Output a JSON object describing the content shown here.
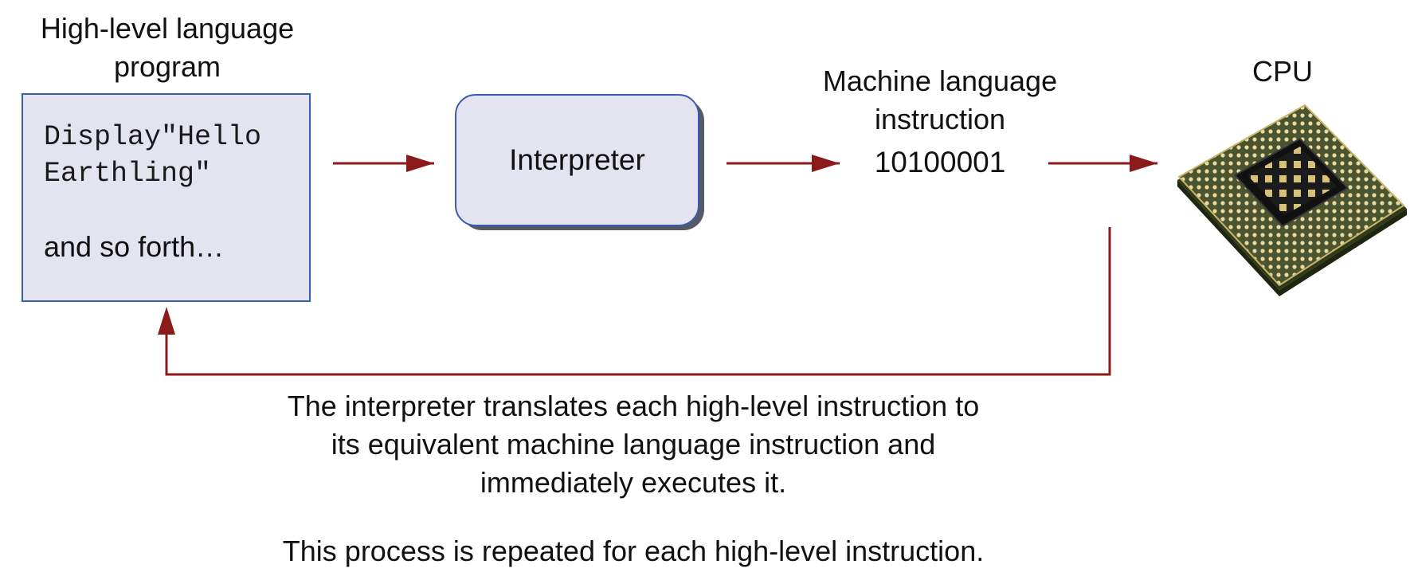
{
  "program": {
    "title_line1": "High-level language",
    "title_line2": "program",
    "code_line1": "Display\"Hello",
    "code_line2": "Earthling\"",
    "more": "and so forth…"
  },
  "interpreter": {
    "label": "Interpreter"
  },
  "machine": {
    "title_line1": "Machine language",
    "title_line2": "instruction",
    "code": "10100001"
  },
  "cpu": {
    "label": "CPU",
    "icon": "cpu-chip-icon"
  },
  "caption": {
    "line1": "The interpreter translates each high-level instruction to",
    "line2": "its equivalent machine language instruction and",
    "line3": "immediately executes it.",
    "line4": "This process is repeated for each high-level instruction."
  },
  "colors": {
    "arrow": "#8b1a1a",
    "box_fill": "#e3e4ef",
    "box_border": "#3b5bb0"
  }
}
